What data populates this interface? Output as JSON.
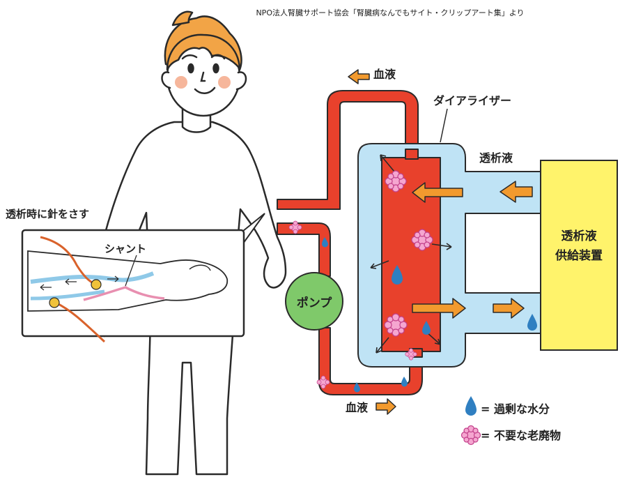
{
  "credit": "NPO法人腎臓サポート協会「腎臓病なんでもサイト・クリップアート集」より",
  "labels": {
    "blood_top": "血液",
    "blood_bottom": "血液",
    "dialyzer": "ダイアライザー",
    "dialysate": "透析液",
    "supply_line1": "透析液",
    "supply_line2": "供給装置",
    "pump": "ポンプ",
    "needle_caption": "透析時に針をさす",
    "shunt": "シャント"
  },
  "legend": {
    "water": "= 過剰な水分",
    "waste": "= 不要な老廃物"
  },
  "colors": {
    "blood": "#e8412c",
    "dialyzer_fluid": "#bfe3f5",
    "supply": "#fff36b",
    "pump": "#7fc96a",
    "arrow": "#f29a2e",
    "waste": "#f5a6d0",
    "water": "#2f7fc1",
    "outline": "#2a2a2a"
  }
}
